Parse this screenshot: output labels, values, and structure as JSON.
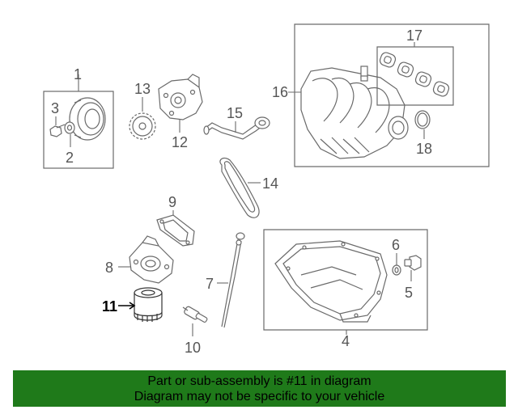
{
  "diagram": {
    "highlighted_callout": "11",
    "callouts": {
      "c1": "1",
      "c2": "2",
      "c3": "3",
      "c4": "4",
      "c5": "5",
      "c6": "6",
      "c7": "7",
      "c8": "8",
      "c9": "9",
      "c10": "10",
      "c11": "11",
      "c12": "12",
      "c13": "13",
      "c14": "14",
      "c15": "15",
      "c16": "16",
      "c17": "17",
      "c18": "18"
    },
    "colors": {
      "banner": "#1f7a1a",
      "line": "#6a6a6a",
      "highlight": "#000000"
    }
  },
  "banner": {
    "line1": "Part or sub-assembly is #11 in diagram",
    "line2": "Diagram may not be specific to your vehicle"
  }
}
